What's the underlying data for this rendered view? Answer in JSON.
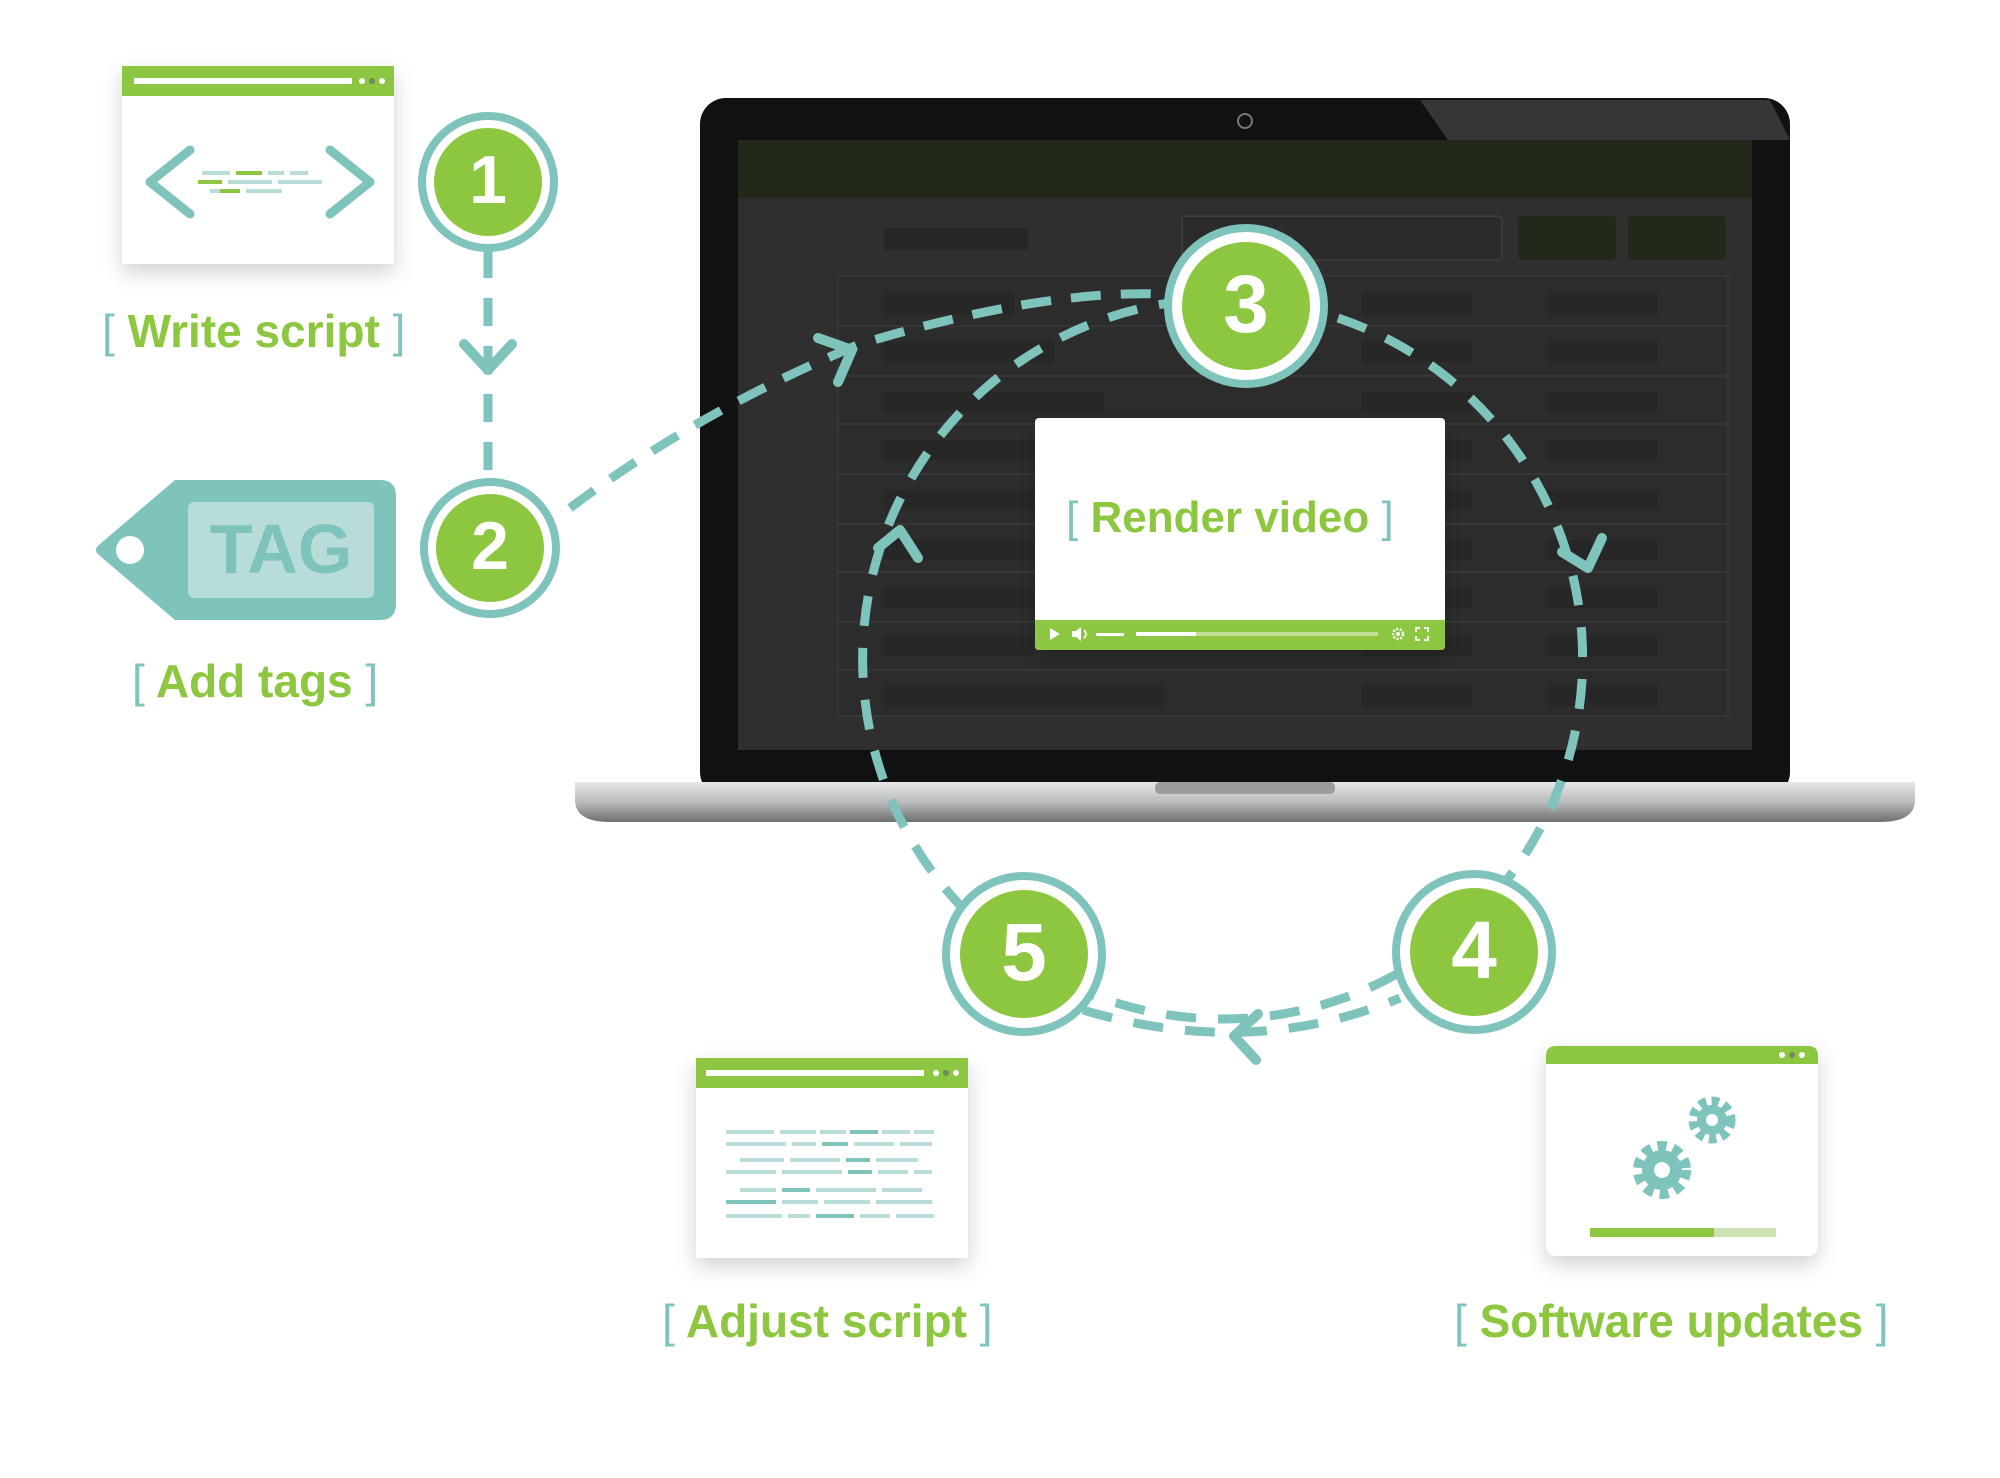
{
  "steps": [
    {
      "number": "1",
      "label": "Write script"
    },
    {
      "number": "2",
      "label": "Add tags"
    },
    {
      "number": "3",
      "label": "Render video"
    },
    {
      "number": "4",
      "label": "Software updates"
    },
    {
      "number": "5",
      "label": "Adjust script"
    }
  ],
  "brackets": {
    "open": "[",
    "close": "]"
  },
  "tag_text": "TAG",
  "colors": {
    "green": "#8dc63f",
    "teal": "#7fc3bd",
    "laptop_frame": "#111111",
    "screen": "#2e2f2e",
    "screen_header": "#22291a"
  },
  "icons": [
    "code-brackets-icon",
    "tag-icon",
    "gear-icon",
    "play-icon",
    "volume-icon",
    "settings-icon",
    "fullscreen-icon"
  ]
}
